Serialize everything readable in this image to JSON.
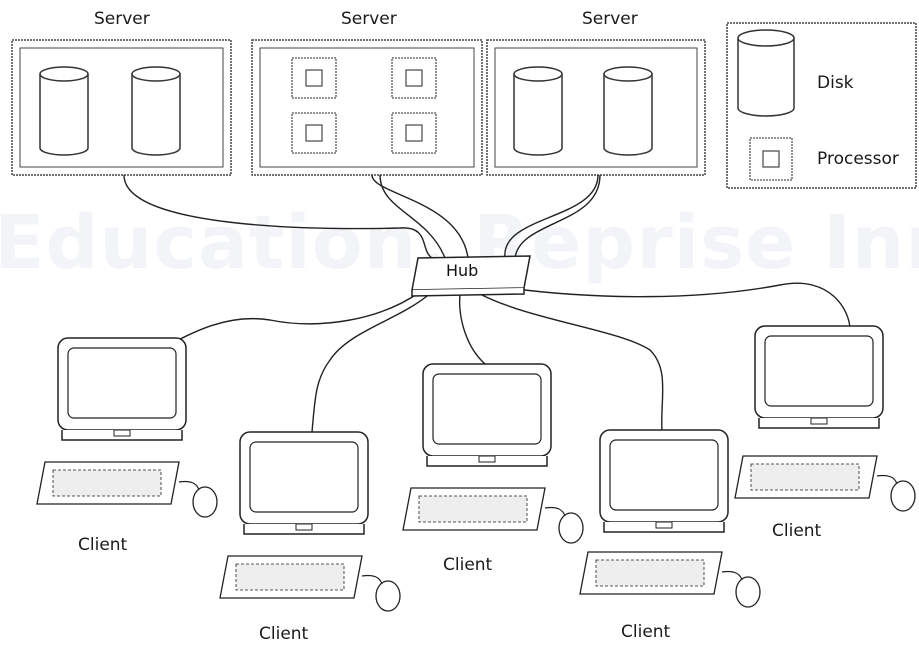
{
  "diagram": {
    "servers": [
      {
        "label": "Server",
        "kind": "disks"
      },
      {
        "label": "Server",
        "kind": "processors"
      },
      {
        "label": "Server",
        "kind": "disks"
      }
    ],
    "legend": {
      "disk_label": "Disk",
      "processor_label": "Processor"
    },
    "hub": {
      "label": "Hub"
    },
    "clients": [
      {
        "label": "Client"
      },
      {
        "label": "Client"
      },
      {
        "label": "Client"
      },
      {
        "label": "Client"
      },
      {
        "label": "Client"
      }
    ],
    "watermark": "Education, Reprise Innovations",
    "colors": {
      "ink": "#1a1a1a",
      "frame": "#555555",
      "background": "#ffffff"
    }
  }
}
